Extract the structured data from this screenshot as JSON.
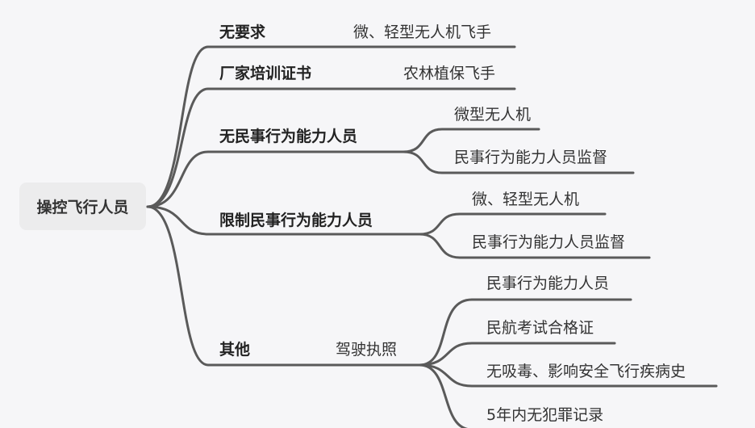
{
  "root": "操控飞行人员",
  "line_color": "#5a5a5a",
  "branches": [
    {
      "label": "无要求",
      "detail": "微、轻型无人机飞手"
    },
    {
      "label": "厂家培训证书",
      "detail": "农林植保飞手"
    },
    {
      "label": "无民事行为能力人员",
      "children": [
        "微型无人机",
        "民事行为能力人员监督"
      ]
    },
    {
      "label": "限制民事行为能力人员",
      "children": [
        "微、轻型无人机",
        "民事行为能力人员监督"
      ]
    },
    {
      "label": "其他",
      "detail": "驾驶执照",
      "children": [
        "民事行为能力人员",
        "民航考试合格证",
        "无吸毒、影响安全飞行疾病史",
        "5年内无犯罪记录"
      ]
    }
  ]
}
